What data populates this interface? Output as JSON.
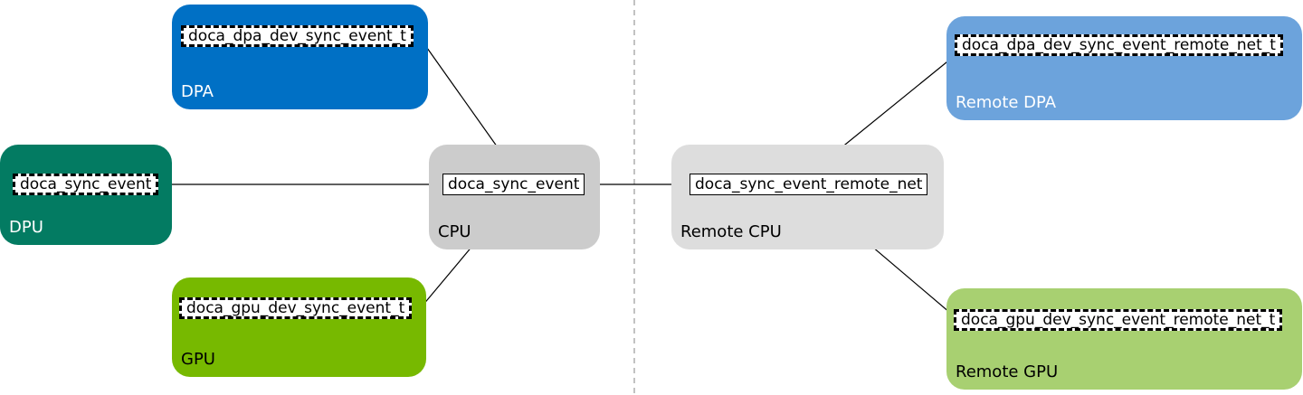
{
  "nodes": {
    "dpa": {
      "label": "DPA",
      "handle": "doca_dpa_dev_sync_event_t",
      "color": "#0070c5",
      "text_color": "#ffffff"
    },
    "dpu": {
      "label": "DPU",
      "handle": "doca_sync_event",
      "color": "#037b62",
      "text_color": "#ffffff"
    },
    "gpu": {
      "label": "GPU",
      "handle": "doca_gpu_dev_sync_event_t",
      "color": "#77b900",
      "text_color": "#000000"
    },
    "cpu": {
      "label": "CPU",
      "handle": "doca_sync_event",
      "color": "#cccccc",
      "text_color": "#000000"
    },
    "remote_cpu": {
      "label": "Remote CPU",
      "handle": "doca_sync_event_remote_net",
      "color": "#dddddd",
      "text_color": "#000000"
    },
    "remote_dpa": {
      "label": "Remote DPA",
      "handle": "doca_dpa_dev_sync_event_remote_net_t",
      "color": "#6ca3dc",
      "text_color": "#ffffff"
    },
    "remote_gpu": {
      "label": "Remote GPU",
      "handle": "doca_gpu_dev_sync_event_remote_net_t",
      "color": "#a8d071",
      "text_color": "#000000"
    }
  },
  "links": [
    {
      "from": "dpa",
      "to": "cpu"
    },
    {
      "from": "dpu",
      "to": "cpu"
    },
    {
      "from": "gpu",
      "to": "cpu"
    },
    {
      "from": "remote_cpu",
      "to": "cpu"
    },
    {
      "from": "remote_dpa",
      "to": "remote_cpu"
    },
    {
      "from": "remote_gpu",
      "to": "remote_cpu"
    }
  ],
  "separator_color": "#999999"
}
